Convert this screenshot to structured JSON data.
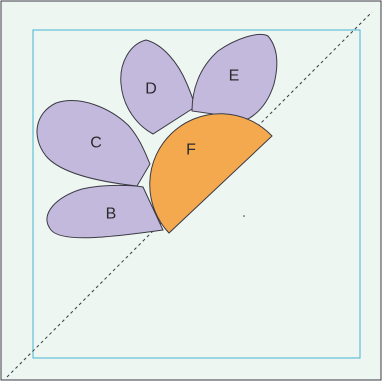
{
  "diagram": {
    "labels": {
      "b": "B",
      "c": "C",
      "d": "D",
      "e": "E",
      "f": "F"
    },
    "colors": {
      "block_background": "#eef6f2",
      "block_border": "#3b3a44",
      "inner_square": "#46b6d2",
      "petal_fill": "#c3b9dc",
      "center_fill": "#f5a94f",
      "outline": "#3b3a44"
    }
  }
}
